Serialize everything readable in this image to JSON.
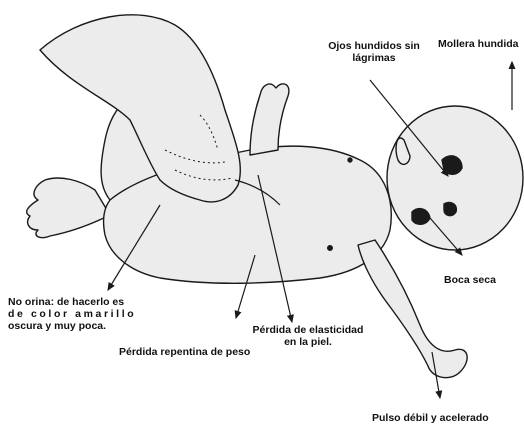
{
  "colors": {
    "stroke": "#1a1a1a",
    "skin": "#ececec",
    "shade": "#d6d6d6",
    "background": "#ffffff"
  },
  "labels": {
    "ojos_line1": "Ojos hundidos sin",
    "ojos_line2": "lágrimas",
    "mollera": "Mollera hundida",
    "boca": "Boca seca",
    "no_orina_line1": "No orina: de hacerlo es",
    "no_orina_line2": "de color amarillo",
    "no_orina_line3": "oscura y muy poca.",
    "perdida_peso": "Pérdida repentina de peso",
    "elasticidad_line1": "Pérdida de elasticidad",
    "elasticidad_line2": "en la piel.",
    "pulso": "Pulso débil y acelerado"
  }
}
